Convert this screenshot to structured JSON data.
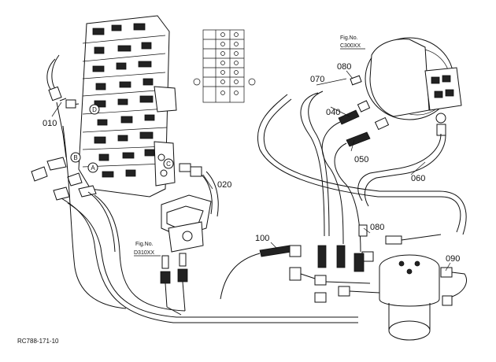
{
  "callouts": {
    "c010": "010",
    "c020": "020",
    "c040": "040",
    "c050": "050",
    "c060": "060",
    "c070": "070",
    "c080a": "080",
    "c080b": "080",
    "c090": "090",
    "c100": "100"
  },
  "circle_markers": [
    "A",
    "B",
    "C",
    "D"
  ],
  "figrefs": {
    "top": {
      "prefix": "Fig.No.",
      "code": "C300XX"
    },
    "mid": {
      "prefix": "Fig.No.",
      "code": "D310XX"
    }
  },
  "drawing_code": "RC788-171-10"
}
